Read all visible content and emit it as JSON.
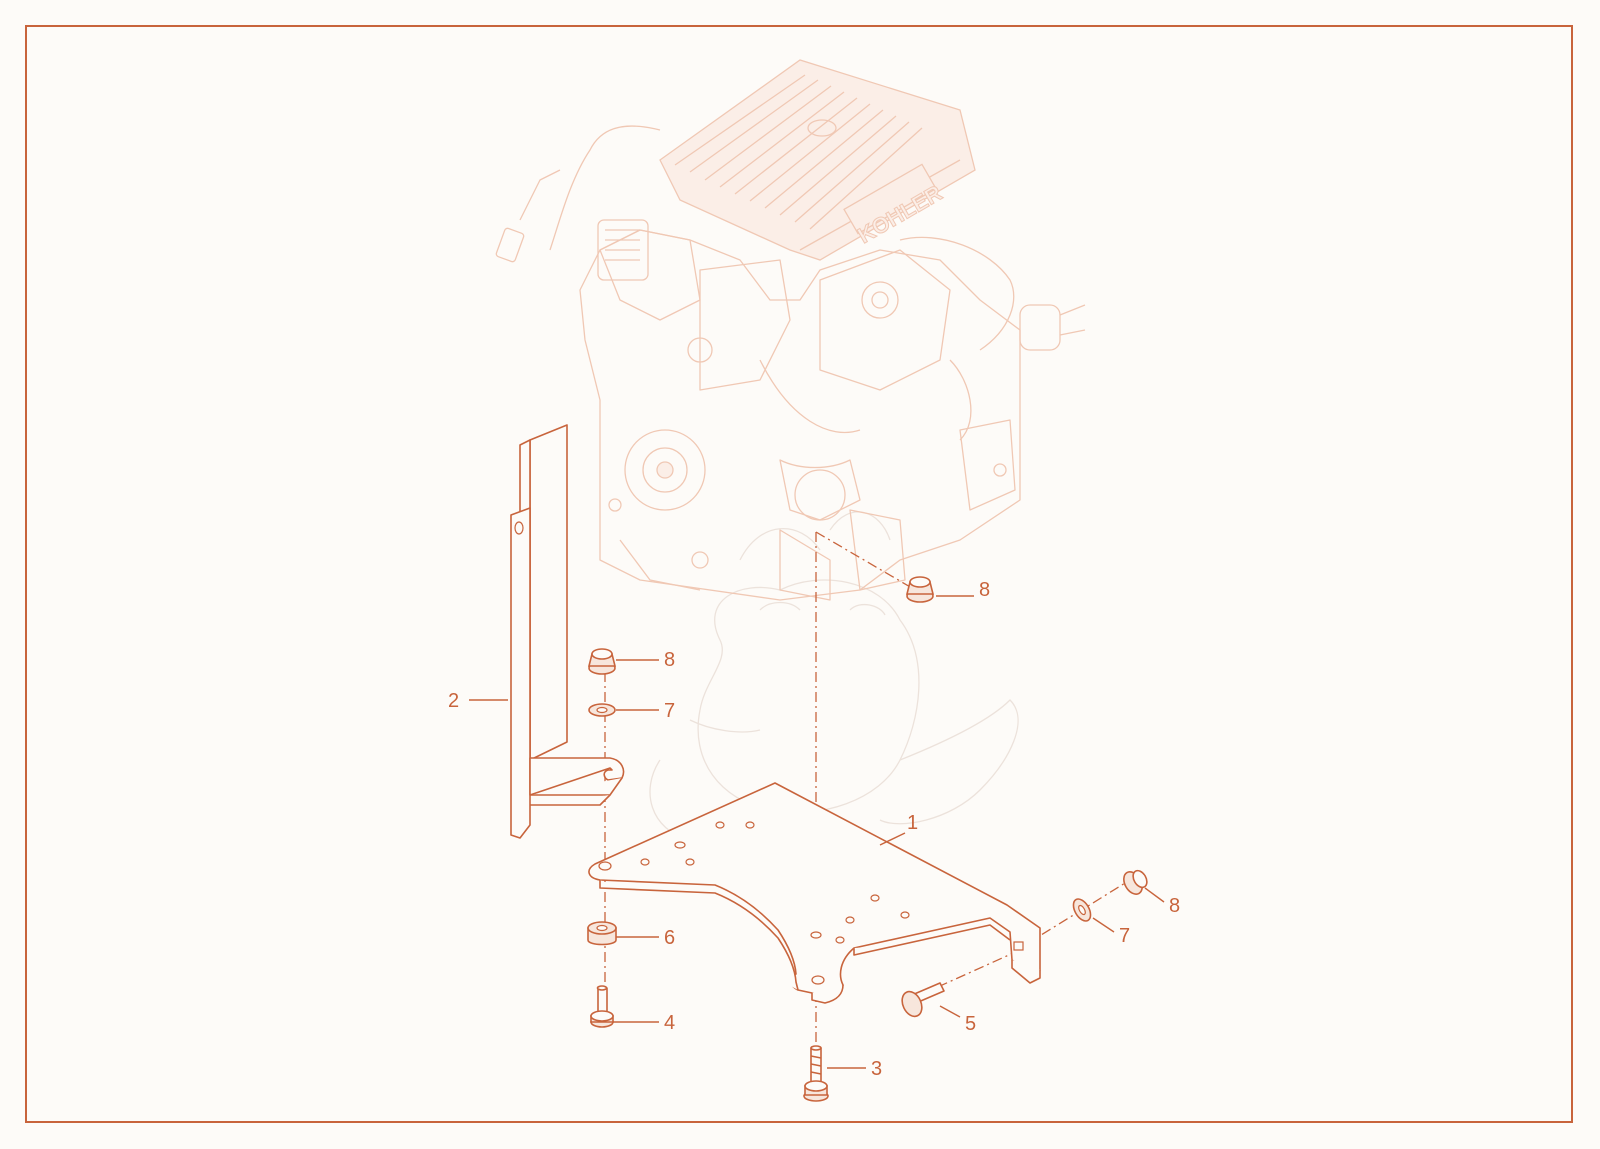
{
  "engine": {
    "brand_text": "KOHLER"
  },
  "callouts": [
    {
      "id": "c1",
      "label": "1",
      "part": "base-plate"
    },
    {
      "id": "c2",
      "label": "2",
      "part": "heat-shield-bracket"
    },
    {
      "id": "c3",
      "label": "3",
      "part": "flange-bolt"
    },
    {
      "id": "c4",
      "label": "4",
      "part": "cap-screw"
    },
    {
      "id": "c5",
      "label": "5",
      "part": "carriage-bolt"
    },
    {
      "id": "c6",
      "label": "6",
      "part": "spacer"
    },
    {
      "id": "c7a",
      "label": "7",
      "part": "lock-washer"
    },
    {
      "id": "c7b",
      "label": "7",
      "part": "lock-washer"
    },
    {
      "id": "c8a",
      "label": "8",
      "part": "flange-nut"
    },
    {
      "id": "c8b",
      "label": "8",
      "part": "flange-nut"
    },
    {
      "id": "c8c",
      "label": "8",
      "part": "flange-nut"
    }
  ],
  "colors": {
    "accent": "#c8643c",
    "ghost": "#f0c8b4",
    "background": "#fdfbf8"
  }
}
